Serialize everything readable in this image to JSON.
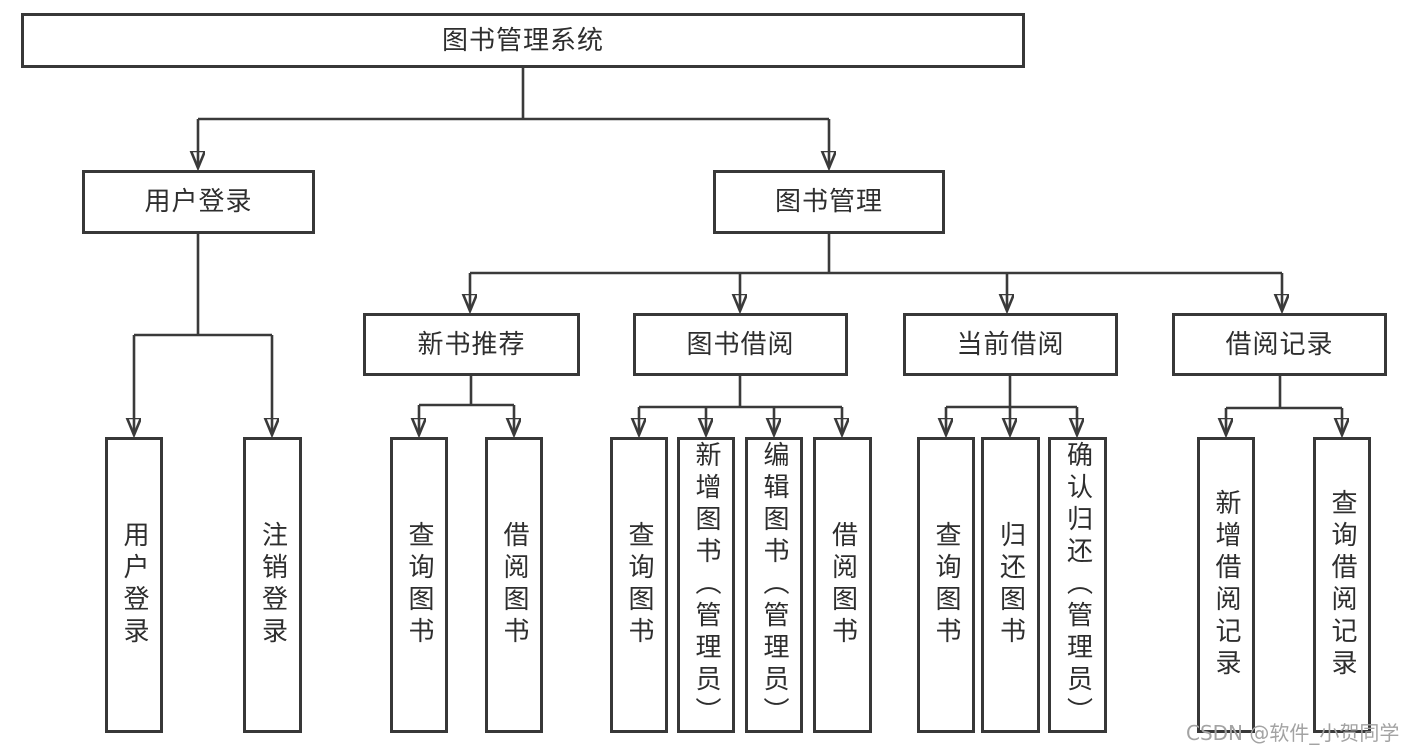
{
  "diagram": {
    "type": "hierarchy-tree",
    "title": "图书管理系统",
    "root": {
      "label": "图书管理系统"
    },
    "branches": [
      {
        "label": "用户登录",
        "children": [
          {
            "label": "用户登录"
          },
          {
            "label": "注销登录"
          }
        ]
      },
      {
        "label": "图书管理",
        "children": [
          {
            "label": "新书推荐",
            "children": [
              {
                "label": "查询图书"
              },
              {
                "label": "借阅图书"
              }
            ]
          },
          {
            "label": "图书借阅",
            "children": [
              {
                "label": "查询图书"
              },
              {
                "label": "新增图书（管理员）"
              },
              {
                "label": "编辑图书（管理员）"
              },
              {
                "label": "借阅图书"
              }
            ]
          },
          {
            "label": "当前借阅",
            "children": [
              {
                "label": "查询图书"
              },
              {
                "label": "归还图书"
              },
              {
                "label": "确认归还（管理员）"
              }
            ]
          },
          {
            "label": "借阅记录",
            "children": [
              {
                "label": "新增借阅记录"
              },
              {
                "label": "查询借阅记录"
              }
            ]
          }
        ]
      }
    ]
  },
  "watermark": {
    "text": "CSDN @软件_小贺同学",
    "color": "#a3a3a3"
  },
  "colors": {
    "background": "#ffffff",
    "box_fill": "#ffffff",
    "box_border": "#383838",
    "line": "#3a3a3a",
    "text": "#2e2e2e"
  }
}
